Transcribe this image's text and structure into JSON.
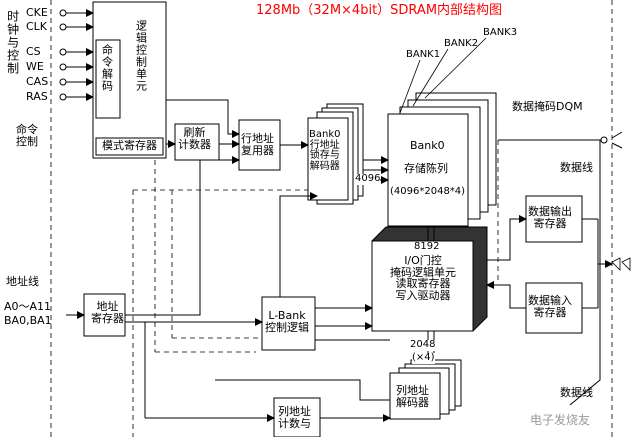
{
  "diagram": {
    "title": "128Mb（32M×4bit）SDRAM内部结构图",
    "left_labels": {
      "clock_group": "时钟与控制",
      "command_control": "命令\n控制",
      "address_lines": "地址线",
      "address_pins": "A0～A11\nBA0,BA1"
    },
    "pins": [
      "CKE",
      "CLK",
      "CS",
      "WE",
      "CAS",
      "RAS"
    ],
    "blocks": {
      "command_decoder": "命令解码",
      "logic_control": "逻辑控制单元",
      "mode_register": "模式寄存器",
      "refresh_counter": "刷新\n计数器",
      "row_mux": "行地址\n复用器",
      "row_decoder": "Bank0\n行地址\n锁存与\n解码器",
      "bank_array_name": "Bank0",
      "bank_array_label": "存储陈列",
      "bank_array_size": "(4096*2048*4)",
      "bank1": "BANK1",
      "bank2": "BANK2",
      "bank3": "BANK3",
      "dqm_label": "数据掩码DQM",
      "data_line": "数据线",
      "output_register": "数据输出\n寄存器",
      "input_register": "数据输入\n寄存器",
      "io_gate": "I/O门控\n掩码逻辑单元\n读取寄存器\n写入驱动器",
      "address_register": "地址\n寄存器",
      "lbank_logic": "L-Bank\n控制逻辑",
      "column_decoder": "列地址\n解码器",
      "column_counter": "列地址\n计数与",
      "data_line_bottom": "数据线"
    },
    "bus_widths": {
      "row_bus": "4096",
      "io_bus": "8192",
      "col_bus": "2048",
      "col_mult": "(×4)"
    },
    "watermark": "电子发烧友"
  }
}
